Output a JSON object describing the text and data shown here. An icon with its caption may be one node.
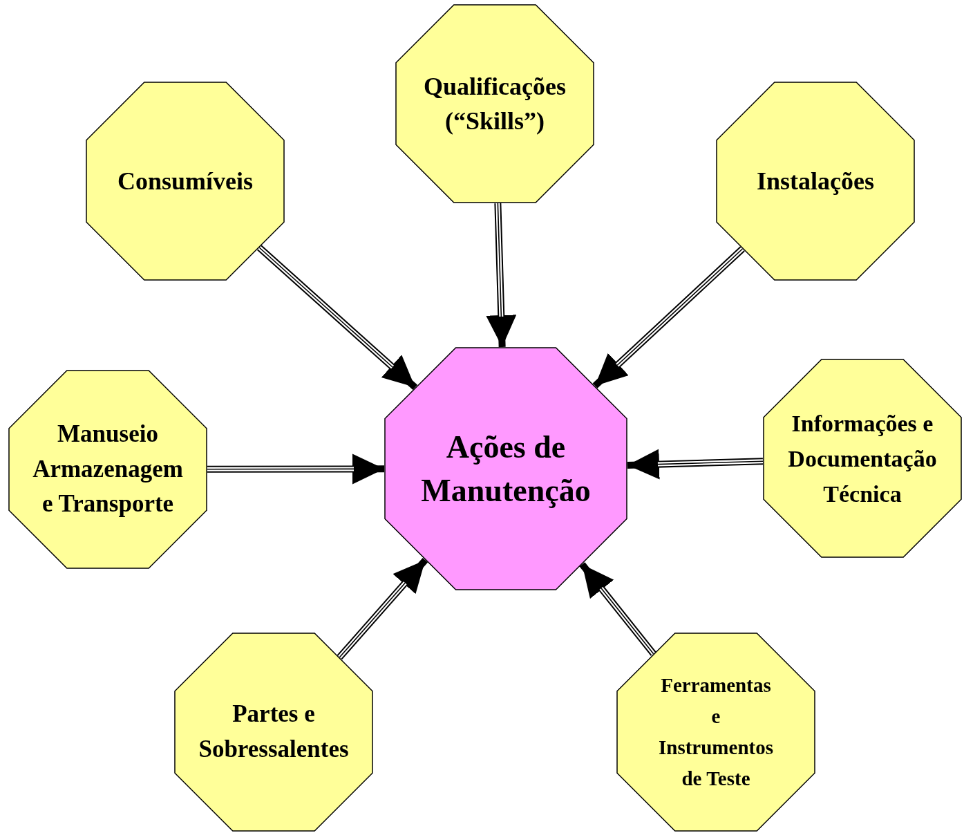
{
  "diagram": {
    "nodes": [
      {
        "text": [
          "Qualificações (“Skills”)"
        ]
      },
      {
        "text": [
          "Consumíveis"
        ]
      },
      {
        "text": [
          "Instalações"
        ]
      },
      {
        "text": [
          "Manuseio Armazenagem e Transporte"
        ]
      },
      {
        "text": [
          "Ações de Manutenção"
        ]
      },
      {
        "text": [
          "Informações e Documentação Técnica"
        ]
      },
      {
        "text": [
          "Partes e Sobressalentes"
        ]
      },
      {
        "text": [
          "Ferramentas e Instrumentos de Teste"
        ]
      }
    ],
    "edges": [
      {
        "from": 0,
        "to": 4,
        "arrow": "to"
      },
      {
        "from": 1,
        "to": 4,
        "arrow": "to"
      },
      {
        "from": 2,
        "to": 4,
        "arrow": "to"
      },
      {
        "from": 3,
        "to": 4,
        "arrow": "to"
      },
      {
        "from": 5,
        "to": 4,
        "arrow": "to"
      },
      {
        "from": 6,
        "to": 4,
        "arrow": "to"
      },
      {
        "from": 7,
        "to": 4,
        "arrow": "to"
      }
    ]
  }
}
